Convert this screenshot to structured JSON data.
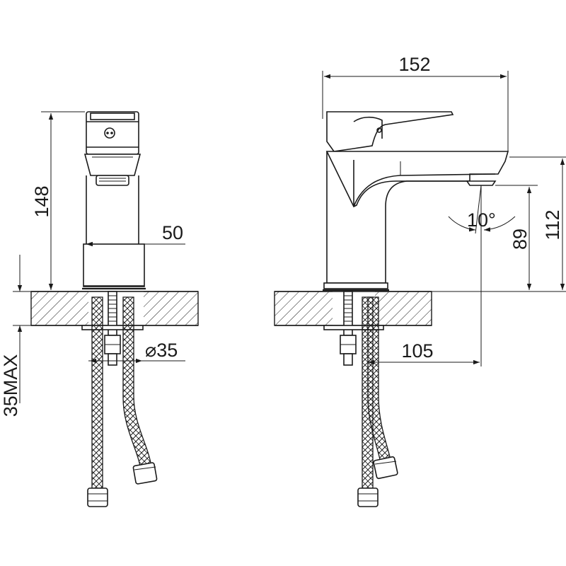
{
  "dimensions": {
    "total_height": "148",
    "body_width": "50",
    "hole_diameter": "⌀35",
    "max_counter_thickness": "35MAX",
    "total_length": "152",
    "spout_height": "112",
    "aerator_height": "89",
    "spout_reach": "105",
    "spray_angle": "10°"
  }
}
